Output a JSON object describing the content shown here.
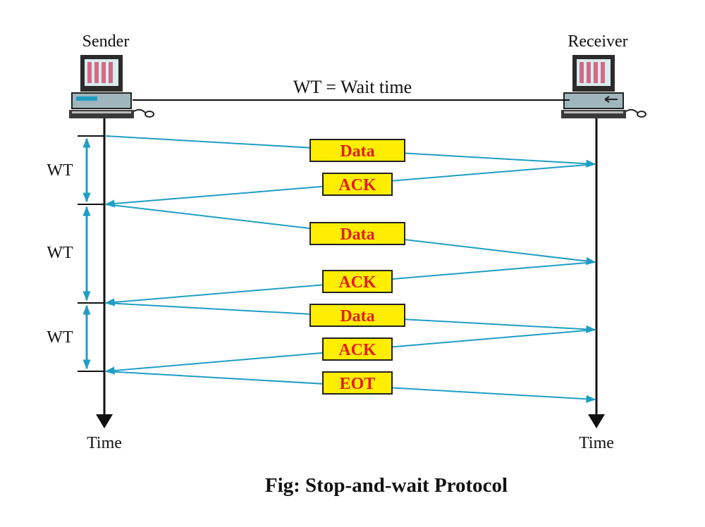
{
  "sender_label": "Sender",
  "receiver_label": "Receiver",
  "wait_time_legend": "WT = Wait time",
  "wt_labels": [
    "WT",
    "WT",
    "WT"
  ],
  "time_labels": {
    "sender": "Time",
    "receiver": "Time"
  },
  "frames": [
    {
      "text": "Data",
      "direction": "sender-to-receiver"
    },
    {
      "text": "ACK",
      "direction": "receiver-to-sender"
    },
    {
      "text": "Data",
      "direction": "sender-to-receiver"
    },
    {
      "text": "ACK",
      "direction": "receiver-to-sender"
    },
    {
      "text": "Data",
      "direction": "sender-to-receiver"
    },
    {
      "text": "ACK",
      "direction": "receiver-to-sender"
    },
    {
      "text": "EOT",
      "direction": "sender-to-receiver"
    }
  ],
  "caption": "Fig: Stop-and-wait Protocol",
  "colors": {
    "arrow": "#1f9ec4",
    "box_fill": "#ffee00",
    "box_text": "#e0201c",
    "line": "#111111"
  },
  "icons": {
    "sender": "desktop-computer-icon",
    "receiver": "desktop-computer-icon"
  }
}
